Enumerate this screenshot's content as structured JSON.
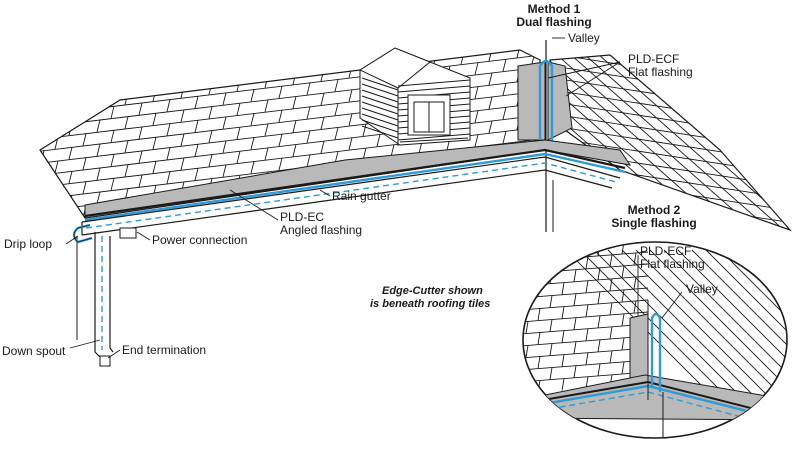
{
  "method1": {
    "title": "Method 1",
    "subtitle": "Dual flashing"
  },
  "method2": {
    "title": "Method 2",
    "subtitle": "Single flashing"
  },
  "labels": {
    "valley": "Valley",
    "pld_ecf": "PLD-ECF",
    "flat_flashing": "Flat flashing",
    "rain_gutter": "Rain gutter",
    "pld_ec": "PLD-EC",
    "angled_flashing": "Angled flashing",
    "drip_loop": "Drip loop",
    "power_connection": "Power connection",
    "down_spout": "Down spout",
    "end_termination": "End termination",
    "detail_valley": "Valley",
    "detail_pld_ecf": "PLD-ECF",
    "detail_flat_flashing": "Flat flashing"
  },
  "note": {
    "line1": "Edge-Cutter shown",
    "line2": "is beneath roofing tiles"
  },
  "colors": {
    "cable": "#2e9bd6",
    "flashing": "#b9b9b9",
    "line": "#1a1a1a"
  }
}
